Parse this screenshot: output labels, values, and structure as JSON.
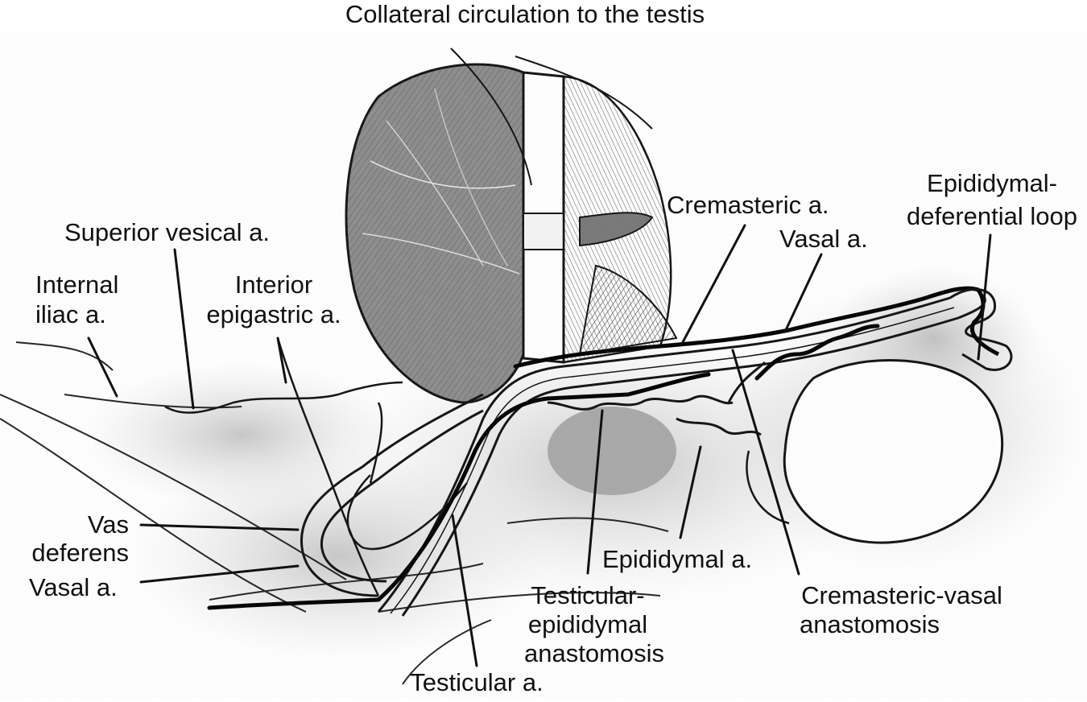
{
  "title": "Collateral circulation to the testis",
  "labels": {
    "superior_vesical": "Superior vesical a.",
    "internal_iliac": [
      "Internal",
      "iliac a."
    ],
    "inferior_epigastric": [
      "Interior",
      "epigastric a."
    ],
    "cremasteric": "Cremasteric a.",
    "vasal_top": "Vasal a.",
    "epididymal_deferential_loop": [
      "Epididymal-",
      "deferential loop"
    ],
    "vas_deferens": [
      "Vas",
      "deferens"
    ],
    "vasal_left": "Vasal a.",
    "epididymal": "Epididymal a.",
    "cremasteric_vasal": [
      "Cremasteric-vasal",
      "anastomosis"
    ],
    "testicular_epididymal": [
      "Testicular-",
      "epididymal",
      "anastomosis"
    ],
    "testicular": "Testicular a."
  },
  "colors": {
    "ink": "#111111",
    "shade": "#b8b8b8"
  }
}
